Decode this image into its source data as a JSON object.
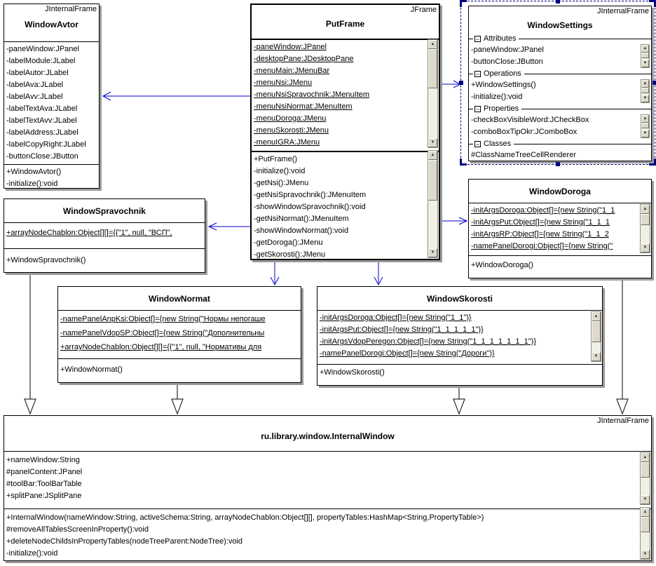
{
  "colors": {
    "association_blue": "#0000cd",
    "generalization_black": "#000000",
    "selection_navy": "#000080",
    "box_shadow_gray": "#9a9a9a"
  },
  "icons": {
    "collapse": "−",
    "scroll_up": "▲",
    "scroll_down": "▼"
  },
  "classes": {
    "windowAvtor": {
      "stereotype": "JInternalFrame",
      "name": "WindowAvtor",
      "attributes": [
        "-paneWindow:JPanel",
        "-labelModule:JLabel",
        "-labelAutor:JLabel",
        "-labelAva:JLabel",
        "-labelAvv:JLabel",
        "-labelTextAva:JLabel",
        "-labelTextAvv:JLabel",
        "-labelAddress:JLabel",
        "-labelCopyRight:JLabel",
        "-buttonClose:JButton"
      ],
      "methods": [
        "+WindowAvtor()",
        "-initialize():void"
      ]
    },
    "putFrame": {
      "stereotype": "JFrame",
      "name": "PutFrame",
      "attributes": [
        "-paneWindow:JPanel",
        "-desktopPane:JDesktopPane",
        "-menuMain:JMenuBar",
        "-menuNsi:JMenu",
        "-menuNsiSpravochnik:JMenuItem",
        "-menuNsiNormat:JMenuItem",
        "-menuDoroga:JMenu",
        "-menuSkorosti:JMenu",
        "-menuIGRA:JMenu"
      ],
      "methods": [
        "+PutFrame()",
        "-initialize():void",
        "-getNsi():JMenu",
        "-getNsiSpravochnik():JMenuItem",
        "-showWindowSpravochnik():void",
        "-getNsiNormat():JMenuItem",
        "-showWindowNormat():void",
        "-getDoroga():JMenu",
        "-getSkorosti():JMenu"
      ]
    },
    "windowSettings": {
      "stereotype": "JInternalFrame",
      "name": "WindowSettings",
      "sections": [
        {
          "title": "Attributes",
          "items": [
            "-paneWindow:JPanel",
            "-buttonClose:JButton"
          ]
        },
        {
          "title": "Operations",
          "items": [
            "+WindowSettings()",
            "-initialize():void"
          ]
        },
        {
          "title": "Properties",
          "items": [
            "-checkBoxVisibleWord:JCheckBox",
            "-comboBoxTipOkr:JComboBox"
          ]
        },
        {
          "title": "Classes",
          "items": [
            "#ClassNameTreeCellRenderer"
          ]
        }
      ]
    },
    "windowSpravochnik": {
      "name": "WindowSpravochnik",
      "attributes": [
        "+arrayNodeChablon:Object[][]={{\"1\", null, \"ВСП\","
      ],
      "methods": [
        "+WindowSpravochnik()"
      ]
    },
    "windowDoroga": {
      "name": "WindowDoroga",
      "attributes": [
        "-initArgsDoroga:Object[]={new String(\"1_1",
        "-initArgsPut:Object[]={new String(\"1_1_1",
        "-initArgsRP:Object[]={new String(\"1_1_2",
        "-namePanelDorogi:Object[]={new String(\""
      ],
      "methods": [
        "+WindowDoroga()"
      ]
    },
    "windowNormat": {
      "name": "WindowNormat",
      "attributes": [
        "-namePanelAnpKsi:Object[]={new String(\"Нормы непогаше",
        "-namePanelVdopSP:Object[]={new String(\"Дополнительны",
        "+arrayNodeChablon:Object[][]={{\"1\", null, \"Нормативы для"
      ],
      "methods": [
        "+WindowNormat()"
      ]
    },
    "windowSkorosti": {
      "name": "WindowSkorosti",
      "attributes": [
        "-initArgsDoroga:Object[]={new String(\"1_1\")}",
        "-initArgsPut:Object[]={new String(\"1_1_1_1_1\")}",
        "-initArgsVdopPeregon:Object[]={new String(\"1_1_1_1_1_1_1\")}",
        "-namePanelDorogi:Object[]={new String(\"Дороги\")}"
      ],
      "methods": [
        "+WindowSkorosti()"
      ]
    },
    "internalWindow": {
      "stereotype": "JInternalFrame",
      "name": "ru.library.window.InternalWindow",
      "attributes": [
        "+nameWindow:String",
        "#panelContent:JPanel",
        "#toolBar:ToolBarTable",
        "+splitPane:JSplitPane"
      ],
      "methods": [
        "+InternalWindow(nameWindow:String, activeSchema:String, arrayNodeChablon:Object[][], propertyTables:HashMap<String,PropertyTable>)",
        "#removeAllTablesScreenInProperty():void",
        "+deleteNodeChildsInPropertyTables(nodeTreeParent:NodeTree):void",
        "-initialize():void"
      ]
    }
  }
}
